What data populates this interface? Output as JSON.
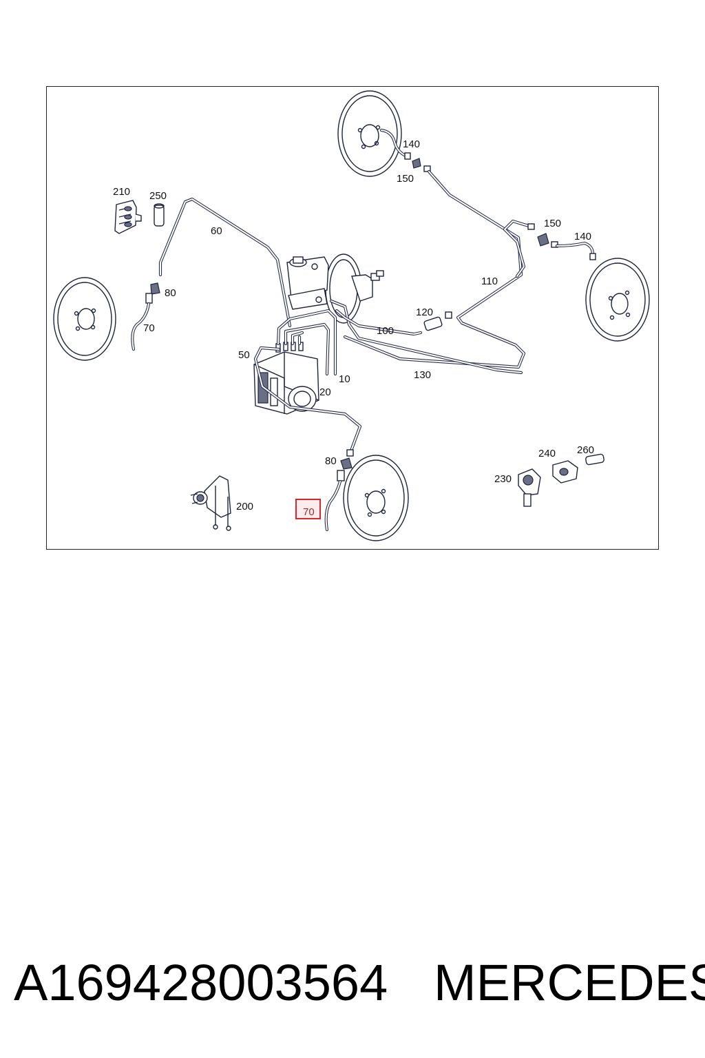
{
  "callouts": {
    "c140_top": "140",
    "c150_top": "150",
    "c210": "210",
    "c250": "250",
    "c60": "60",
    "c150_right": "150",
    "c140_right": "140",
    "c80_left": "80",
    "c70_left": "70",
    "c110": "110",
    "c120": "120",
    "c100": "100",
    "c50": "50",
    "c10": "10",
    "c130": "130",
    "c20": "20",
    "c80_bottom": "80",
    "c260": "260",
    "c240": "240",
    "c230": "230",
    "c200": "200",
    "c70_highlight": "70"
  },
  "highlight_color": "#d9262c",
  "caption": {
    "part_number": "A169428003564",
    "brand": "MERCEDES"
  }
}
